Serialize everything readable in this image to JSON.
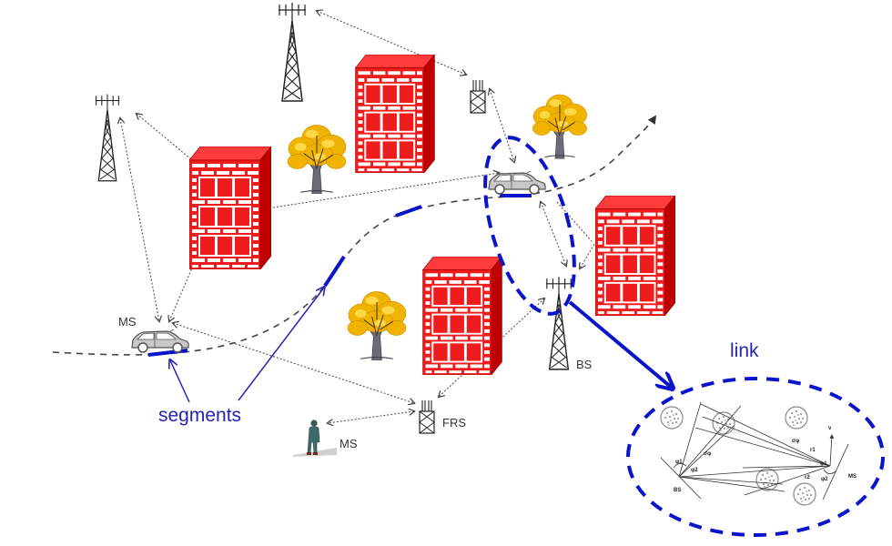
{
  "diagram": {
    "title": "Vehicular radio channel with segments and link geometry",
    "labels": {
      "ms_vehicle": "MS",
      "ms_pedestrian": "MS",
      "bs": "BS",
      "frs": "FRS",
      "segments": "segments",
      "link": "link"
    },
    "inset": {
      "bs_label": "BS",
      "ms_label": "MS",
      "velocity_label": "v",
      "angle_labels": [
        "φ1",
        "φ2",
        "σφ",
        "σφ",
        "r1",
        "r2",
        "φ1",
        "φ2"
      ]
    },
    "colors": {
      "accent_blue": "#0a14c8",
      "label_blue": "#2323b4",
      "brick_red": "#ee1c1c",
      "brick_dark": "#b30000",
      "brick_mortar": "#ffffff",
      "tree_gold": "#f0b400",
      "trunk": "#6f6a78",
      "car_gray": "#c8c8c8",
      "path_gray": "#444444"
    },
    "elements": {
      "towers": [
        "tower-top-left",
        "tower-top-center",
        "tower-bs"
      ],
      "relay_stations": [
        "relay-top",
        "relay-frs"
      ],
      "buildings": [
        "building-left",
        "building-top",
        "building-center",
        "building-right"
      ],
      "trees": [
        "tree-left",
        "tree-top-right",
        "tree-center"
      ],
      "vehicles": [
        "car-ms",
        "car-moving"
      ],
      "pedestrian": "person-ms"
    }
  }
}
